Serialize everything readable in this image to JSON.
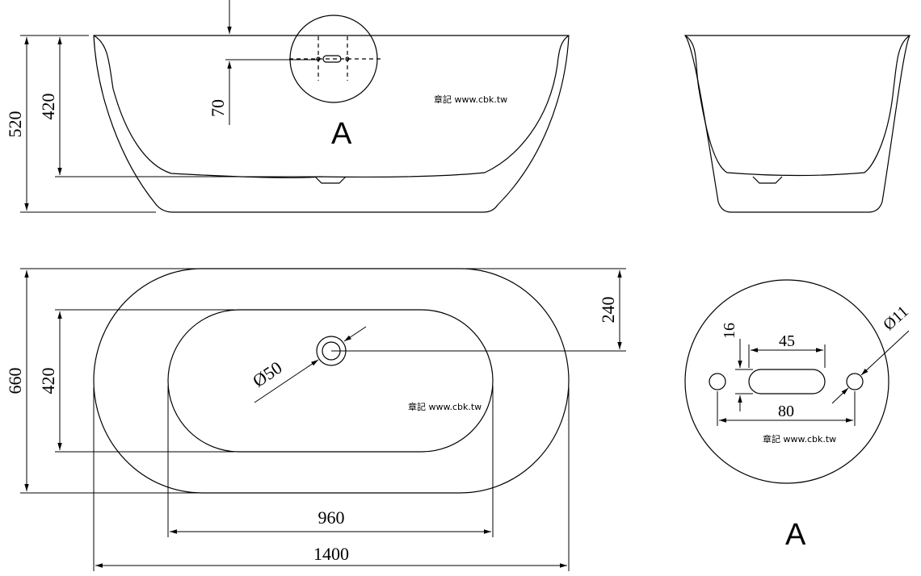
{
  "side_view": {
    "height_total": "520",
    "height_inner": "420",
    "drain_offset": "70",
    "detail_label": "A",
    "watermark": "章記 www.cbk.tw"
  },
  "plan_view": {
    "width_total": "660",
    "width_inner": "420",
    "drain_offset": "240",
    "drain_diameter": "Ø50",
    "length_inner": "960",
    "length_total": "1400",
    "watermark": "章記 www.cbk.tw"
  },
  "detail_view": {
    "slot_height": "16",
    "slot_length": "45",
    "hole_spacing": "80",
    "hole_diameter": "Ø11",
    "detail_label": "A",
    "watermark": "章記 www.cbk.tw"
  }
}
